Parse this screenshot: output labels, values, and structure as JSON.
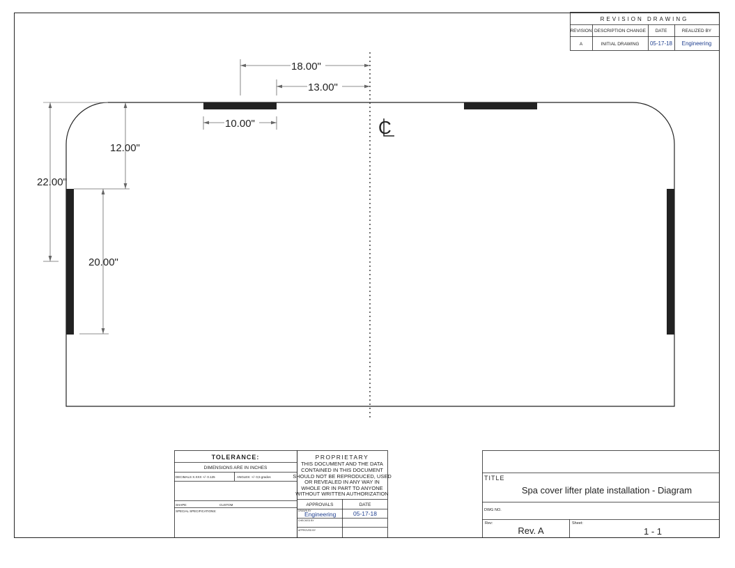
{
  "revision_table": {
    "title": "REVISION DRAWING",
    "headers": [
      "REVISION",
      "DESCRIPTION CHANGE",
      "DATE",
      "REALIZED BY"
    ],
    "rows": [
      [
        "A",
        "INITIAL DRAWING",
        "05-17-18",
        "Engineering"
      ]
    ]
  },
  "drawing": {
    "dimensions": {
      "d18": "18.00\"",
      "d13": "13.00\"",
      "d10": "10.00\"",
      "d12": "12.00\"",
      "d22": "22.00\"",
      "d20": "20.00\""
    },
    "centerline_symbol": "CL"
  },
  "tolerance": {
    "title": "TOLERANCE:",
    "units": "DIMENSIONS ARE IN INCHES",
    "decimals": "DECIMALS X.XXX +/- 0.125",
    "angles": "ANGLES: +/- 0,5 grados",
    "shape_label": "SHAPE:",
    "shape_value": "CUSTOM",
    "special": "SPECIAL SPECIFICATIONS:"
  },
  "proprietary": {
    "title": "PROPRIETARY",
    "lines": [
      "THIS DOCUMENT AND THE DATA",
      "CONTAINED IN THIS DOCUMENT",
      "SHOULD NOT BE REPRODUCED, USED",
      "OR REVEALED IN ANY WAY IN",
      "WHOLE OR IN PART TO ANYONE",
      "WITHOUT WRITTEN AUTHORIZATION"
    ],
    "approvals_header": "APPROVALS",
    "date_header": "DATE",
    "drawn_by_label": "DRAWN BY",
    "drawn_by": "Engineering",
    "drawn_date": "05-17-18",
    "checked_by_label": "CHECKED BY",
    "approved_by_label": "APPROVED BY"
  },
  "title_block": {
    "title_label": "TITLE",
    "title": "Spa cover lifter plate installation - Diagram",
    "dwg_label": "DWG NO.",
    "rev_label": "Rev:",
    "rev": "Rev. A",
    "sheet_label": "Sheet:",
    "sheet": "1 - 1"
  }
}
